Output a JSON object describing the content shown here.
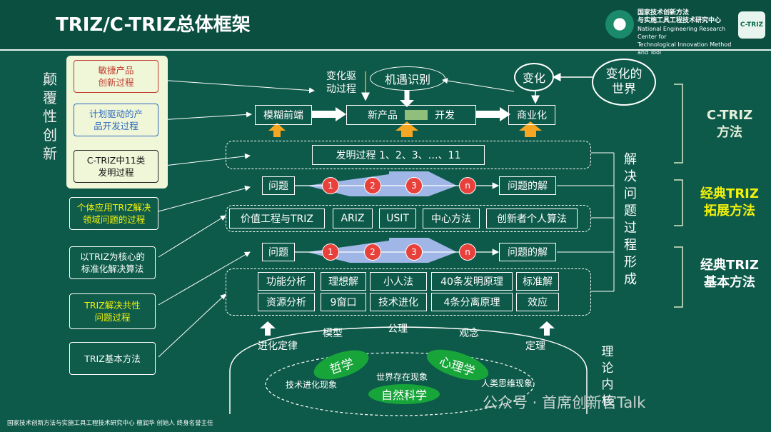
{
  "header": {
    "title": "TRIZ/C-TRIZ总体框架",
    "org_lines": [
      "国家技术创新方法",
      "与实施工具工程技术研究中心",
      "National Engineering Research Center for",
      "Technological Innovation Method and Tool"
    ],
    "ctriz_logo": "C-TRIZ"
  },
  "left": {
    "vertical_label": [
      "颠",
      "覆",
      "性",
      "创",
      "新"
    ],
    "boxes": [
      {
        "text": "敏捷产品\n创新过程",
        "color": "#c0392b"
      },
      {
        "text": "计划驱动的产\n品开发过程",
        "color": "#2e6bbf"
      },
      {
        "text": "C-TRIZ中11类\n发明过程",
        "color": "#111111"
      },
      {
        "text": "个体应用TRIZ解决\n领域问题的过程",
        "color": "#f1f10a"
      },
      {
        "text": "以TRIZ为核心的\n标准化解决算法",
        "color": "#ffffff"
      },
      {
        "text": "TRIZ解决共性\n问题过程",
        "color": "#f1f10a"
      },
      {
        "text": "TRIZ基本方法",
        "color": "#ffffff"
      }
    ]
  },
  "top": {
    "change_driven": "变化驱\n动过程",
    "opportunity": "机遇识别",
    "change": "变化",
    "changing_world": "变化的\n世界",
    "fuzzy_front": "模糊前端",
    "new_product": "新产品",
    "develop": "开发",
    "commercialize": "商业化"
  },
  "invention_process": "发明过程 1、2、3、…、11",
  "flow1": {
    "problem": "问题",
    "steps": [
      "1",
      "2",
      "3",
      "n"
    ],
    "solution": "问题的解"
  },
  "methods_ext": [
    "价值工程与TRIZ",
    "ARIZ",
    "USIT",
    "中心方法",
    "创新者个人算法"
  ],
  "flow2": {
    "problem": "问题",
    "steps": [
      "1",
      "2",
      "3",
      "n"
    ],
    "solution": "问题的解"
  },
  "basic_methods": {
    "row1": [
      "功能分析",
      "理想解",
      "小人法",
      "40条发明原理",
      "标准解"
    ],
    "row2": [
      "资源分析",
      "9窗口",
      "技术进化",
      "4条分离原理",
      "效应"
    ]
  },
  "foundation": {
    "labels": [
      "进化定律",
      "模型",
      "公理",
      "观念",
      "定理"
    ],
    "inner": [
      "哲学",
      "心理学",
      "自然科学"
    ],
    "phenomena": [
      "技术进化现象",
      "世界存在现象",
      "人类思维现象"
    ]
  },
  "right": {
    "solve_process": [
      "解",
      "决",
      "问",
      "题",
      "过",
      "程",
      "形",
      "成"
    ],
    "theory_core": [
      "理",
      "论",
      "内",
      "核"
    ],
    "ctriz": "C-TRIZ\n方法",
    "classic_ext": "经典TRIZ\n拓展方法",
    "classic_basic": "经典TRIZ\n基本方法"
  },
  "footer": "国家技术创新方法与实施工具工程技术研究中心    檀润华    创始人    终身名誉主任",
  "watermark": "公众号 · 首席创新官Talk",
  "colors": {
    "background": "#0e5a4a",
    "arrow": "#f5a623",
    "circle": "#e8413c",
    "green": "#17a53a",
    "yellow_text": "#f1f10a"
  }
}
